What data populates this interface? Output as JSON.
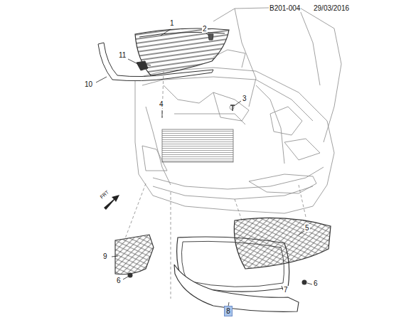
{
  "diagram": {
    "nodes": [
      {
        "text": [
          "8"
        ]
      }
    ],
    "labels": [
      "B201-004",
      "29/03/2016",
      "1",
      "2",
      "11",
      "10",
      "3",
      "4",
      "FRT",
      "5",
      "9",
      "6",
      "7",
      "6"
    ]
  }
}
